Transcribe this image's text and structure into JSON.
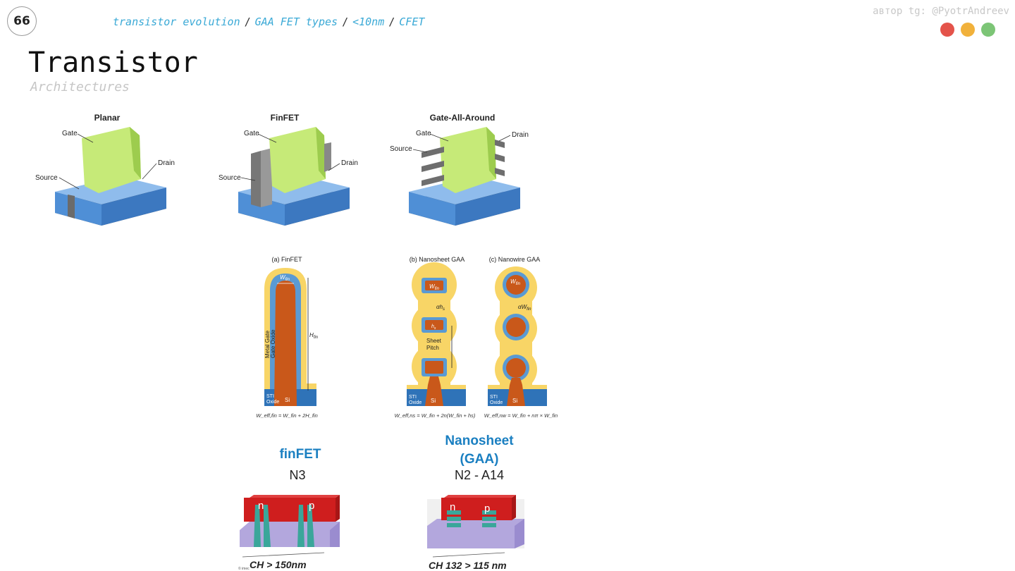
{
  "slide": {
    "page_number": "66",
    "breadcrumb": {
      "items": [
        "transistor evolution",
        "GAA FET types",
        "<10nm",
        "CFET"
      ],
      "separator": "/"
    },
    "author": "автор tg: @PyotrAndreev",
    "window_dots": [
      "#e4534a",
      "#f1b13b",
      "#7cc576"
    ],
    "title": "Transistor",
    "subtitle": "Architectures"
  },
  "architectures": {
    "planar": {
      "heading": "Planar",
      "gate": "Gate",
      "source": "Source",
      "drain": "Drain"
    },
    "finfet": {
      "heading": "FinFET",
      "gate": "Gate",
      "source": "Source",
      "drain": "Drain"
    },
    "gaa": {
      "heading": "Gate-All-Around",
      "gate": "Gate",
      "source": "Source",
      "drain": "Drain"
    }
  },
  "cross_sections": {
    "finfet": {
      "heading": "(a) FinFET",
      "w_label": "W",
      "w_sub": "fin",
      "h_label": "H",
      "h_sub": "fin",
      "metal_gate": "Metal Gate",
      "gate_oxide": "Gate Oxide",
      "sti_line1": "STI",
      "sti_line2": "Oxide",
      "si": "Si",
      "formula": "W_eff,fin = W_fin + 2H_fin"
    },
    "nanosheet": {
      "heading": "(b) Nanosheet GAA",
      "w_label": "W",
      "w_sub": "fin",
      "alpha_h": "αh",
      "alpha_h_sub": "s",
      "h_label": "h",
      "h_sub": "s",
      "pitch_line1": "Sheet",
      "pitch_line2": "Pitch",
      "sti_line1": "STI",
      "sti_line2": "Oxide",
      "si": "Si",
      "formula": "W_eff,ns = W_fin + 2n(W_fin + hs)"
    },
    "nanowire": {
      "heading": "(c) Nanowire GAA",
      "w_label": "W",
      "w_sub": "fin",
      "alpha_w": "αW",
      "alpha_w_sub": "fin",
      "sti_line1": "STI",
      "sti_line2": "Oxide",
      "si": "Si",
      "formula": "W_eff,nw = W_fin + nπ × W_fin"
    }
  },
  "nodes": {
    "finfet": {
      "name": "finFET",
      "node": "N3",
      "n_label": "n",
      "p_label": "p",
      "ch": "CH > 150nm",
      "copyright": "© imec"
    },
    "nanosheet": {
      "name_line1": "Nanosheet",
      "name_line2": "(GAA)",
      "node": "N2 - A14",
      "n_label": "n",
      "p_label": "p",
      "ch": "CH 132 > 115 nm"
    }
  },
  "colors": {
    "gate_green": "#c6ea78",
    "substrate_blue": "#4f8fd6",
    "base_gray": "#6d6d6d",
    "orange_si": "#c9581a",
    "gate_yellow": "#f8d566",
    "oxide_blue": "#5a9ad3",
    "accent_blue": "#1a7fc1",
    "red_gate": "#cf1e1e",
    "teal_fin": "#3aa69a",
    "lavender": "#b3a7dd"
  }
}
